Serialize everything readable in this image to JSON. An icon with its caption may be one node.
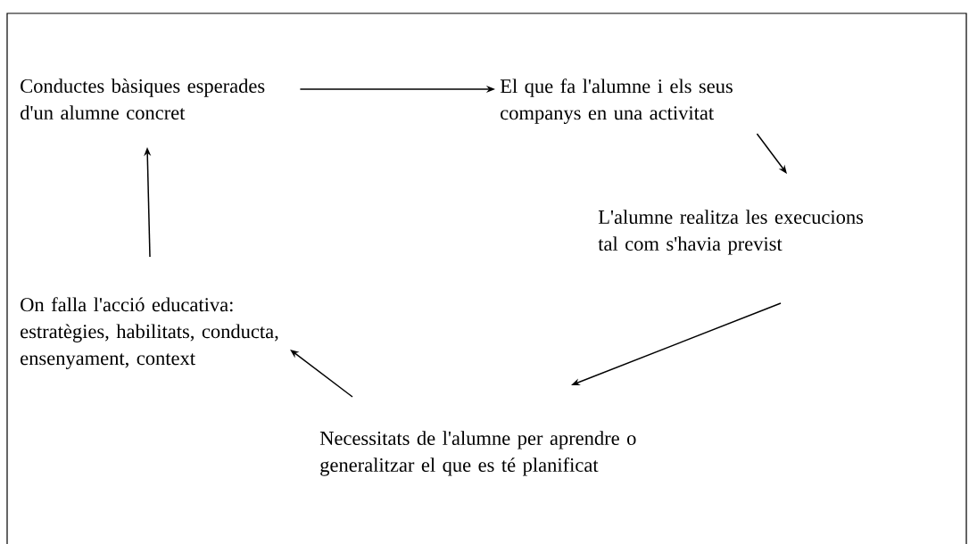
{
  "diagram": {
    "nodes": [
      {
        "text": [
          "Conductes bàsiques esperades d'un alumne concret"
        ]
      },
      {
        "text": [
          "El que fa l'alumne i els seus companys en una activitat"
        ]
      },
      {
        "text": [
          "L'alumne realitza les execucions tal com s'havia previst"
        ]
      },
      {
        "text": [
          "Necessitats de l'alumne per aprendre o generalitzar el que es té planificat"
        ]
      },
      {
        "text": [
          "On falla l'acció educativa: estratègies, habilitats, conducta, ensenyament, context"
        ]
      }
    ],
    "edges": [
      {
        "from": 0,
        "to": 1,
        "arrow": "to"
      },
      {
        "from": 1,
        "to": 2,
        "arrow": "to"
      },
      {
        "from": 2,
        "to": 3,
        "arrow": "to"
      },
      {
        "from": 3,
        "to": 4,
        "arrow": "to"
      },
      {
        "from": 4,
        "to": 0,
        "arrow": "to"
      }
    ]
  }
}
